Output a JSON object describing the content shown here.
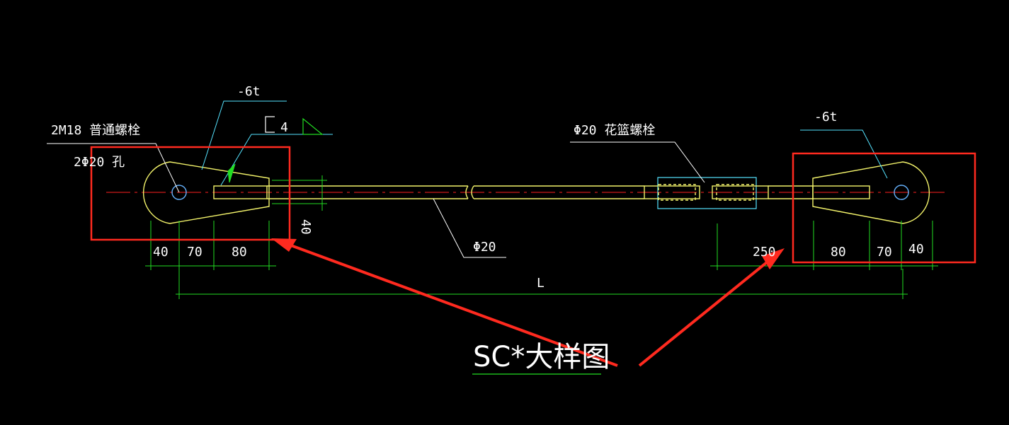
{
  "drawing": {
    "title": "SC*大样图",
    "labels": {
      "bolt_left": "2M18 普通螺栓",
      "hole_left": "2Φ20 孔",
      "plate_left": "-6t",
      "plate_right": "-6t",
      "weld": "4",
      "turnbuckle": "Φ20 花篮螺栓",
      "rod": "Φ20"
    },
    "dims": {
      "left": [
        "40",
        "70",
        "80"
      ],
      "right": [
        "250",
        "80",
        "70",
        "40"
      ],
      "plate_width": "40",
      "overall": "L"
    }
  },
  "colors": {
    "background": "#000000",
    "outline": "#f2f26a",
    "centerline": "#ff2020",
    "dimension": "#22dd22",
    "leader": "#55e3ff",
    "highlight": "#ff2a1f",
    "text": "#ffffff"
  }
}
